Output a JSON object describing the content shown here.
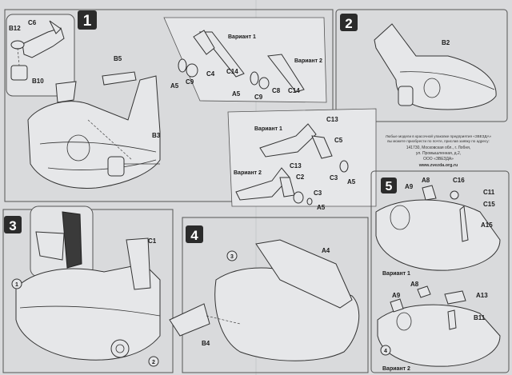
{
  "steps": [
    {
      "number": "1",
      "variant1": "Вариант 1",
      "variant2": "Вариант 2"
    },
    {
      "number": "2"
    },
    {
      "number": "3"
    },
    {
      "number": "4"
    },
    {
      "number": "5",
      "variant1": "Вариант 1",
      "variant2": "Вариант 2"
    }
  ],
  "variants_box": {
    "variant1": "Вариант 1",
    "variant2": "Вариант 2"
  },
  "parts": {
    "B12": "B12",
    "C6": "C6",
    "B10": "B10",
    "B5": "B5",
    "B3": "B3",
    "A5": "A5",
    "C9": "C9",
    "C4": "C4",
    "C14": "C14",
    "C8": "C8",
    "B2": "B2",
    "C13": "C13",
    "C5": "C5",
    "C3": "C3",
    "C2": "C2",
    "C1": "C1",
    "A4": "A4",
    "B4": "B4",
    "A9": "A9",
    "A8": "A8",
    "C16": "C16",
    "C11": "C11",
    "C15": "C15",
    "A15": "A15",
    "A13": "A13",
    "B11": "B11"
  },
  "callouts": {
    "c1": "1",
    "c2": "2",
    "c3": "3",
    "c4": "4"
  },
  "publisher_note": {
    "line1": "Любые модели в красочной упаковке предприятия «ЗВЕЗДА»",
    "line2": "вы можете приобрести по почте, прислав заявку по адресу:",
    "line3": "141730, Московская обл., г. Лобня,",
    "line4": "ул. Промышленная, д.2,",
    "line5": "ООО «ЗВЕЗДА»",
    "line6": "www.zvezda.org.ru"
  },
  "colors": {
    "paper": "#d9dadc",
    "ink": "#1a1a1a",
    "badge": "#2b2b2b"
  }
}
